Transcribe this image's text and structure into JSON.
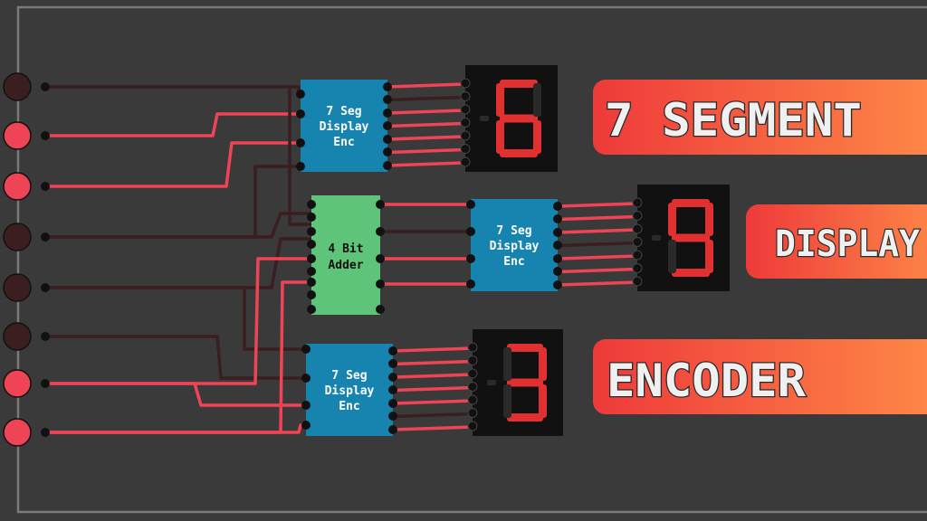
{
  "colors": {
    "background": "#3a3a3a",
    "border": "#7a7a7a",
    "wire_on": "#ee4455",
    "wire_off": "#3a1e20",
    "input_on": "#ee4455",
    "input_off": "#3a1e20",
    "encoder_chip": "#1784b0",
    "adder_chip": "#5ec47a",
    "display_bg": "#111111",
    "segment_on": "#e03030",
    "segment_off": "#2a2a2a",
    "banner_start": "#ee3a3a",
    "banner_end": "#ff8c48"
  },
  "inputs": {
    "states": [
      false,
      true,
      true,
      false,
      false,
      false,
      true,
      true
    ]
  },
  "chips": {
    "encoder_top": {
      "lines": [
        "7 Seg",
        "Display",
        "Enc"
      ]
    },
    "adder": {
      "lines": [
        "4 Bit",
        "Adder"
      ]
    },
    "encoder_mid": {
      "lines": [
        "7 Seg",
        "Display",
        "Enc"
      ]
    },
    "encoder_bottom": {
      "lines": [
        "7 Seg",
        "Display",
        "Enc"
      ]
    }
  },
  "displays": {
    "top": {
      "digit": "6"
    },
    "mid": {
      "digit": "9"
    },
    "bottom": {
      "digit": "3"
    }
  },
  "banners": {
    "title_line1": "7 SEGMENT",
    "title_line2": "DISPLAY",
    "title_line3": "ENCODER"
  }
}
